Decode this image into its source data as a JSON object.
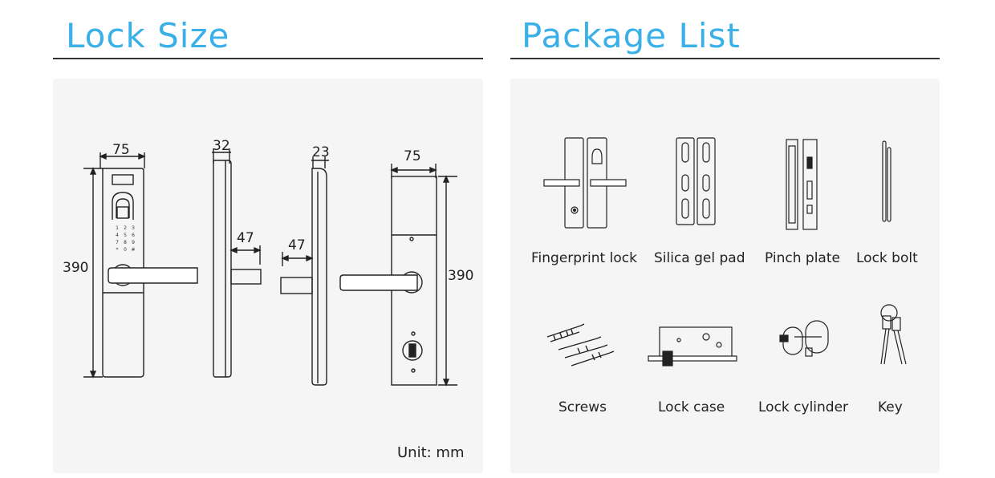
{
  "lock_size": {
    "title": "Lock Size",
    "unit": "Unit: mm",
    "dims": {
      "front_width": "75",
      "front_height": "390",
      "side_thickness": "32",
      "side_bolt": "47",
      "back_thickness": "23",
      "back_bolt": "47",
      "back_width": "75",
      "back_height": "390"
    },
    "keypad": [
      "1",
      "2",
      "3",
      "4",
      "5",
      "6",
      "7",
      "8",
      "9",
      "*",
      "0",
      "#"
    ]
  },
  "package_list": {
    "title": "Package List",
    "items": [
      {
        "label": "Fingerprint lock",
        "icon": "fingerprint-lock-icon"
      },
      {
        "label": "Silica gel pad",
        "icon": "silica-gel-pad-icon"
      },
      {
        "label": "Pinch plate",
        "icon": "pinch-plate-icon"
      },
      {
        "label": "Lock bolt",
        "icon": "lock-bolt-icon"
      },
      {
        "label": "Screws",
        "icon": "screws-icon"
      },
      {
        "label": "Lock case",
        "icon": "lock-case-icon"
      },
      {
        "label": "Lock cylinder",
        "icon": "lock-cylinder-icon"
      },
      {
        "label": "Key",
        "icon": "key-icon"
      }
    ]
  }
}
